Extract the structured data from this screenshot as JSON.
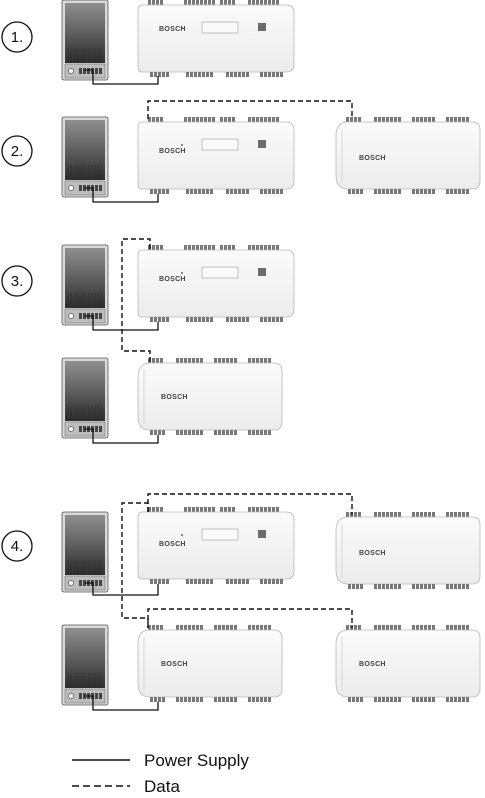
{
  "steps": [
    {
      "label": "1."
    },
    {
      "label": "2."
    },
    {
      "label": "3."
    },
    {
      "label": "4."
    }
  ],
  "brand": "BOSCH",
  "legend": {
    "power": "Power Supply",
    "data": "Data"
  },
  "colors": {
    "line": "#111111",
    "device_body": "#f6f6f6",
    "device_edge": "#c8c8c8",
    "psu_dark": "#3a3a3a",
    "psu_light": "#9a9a9a"
  }
}
